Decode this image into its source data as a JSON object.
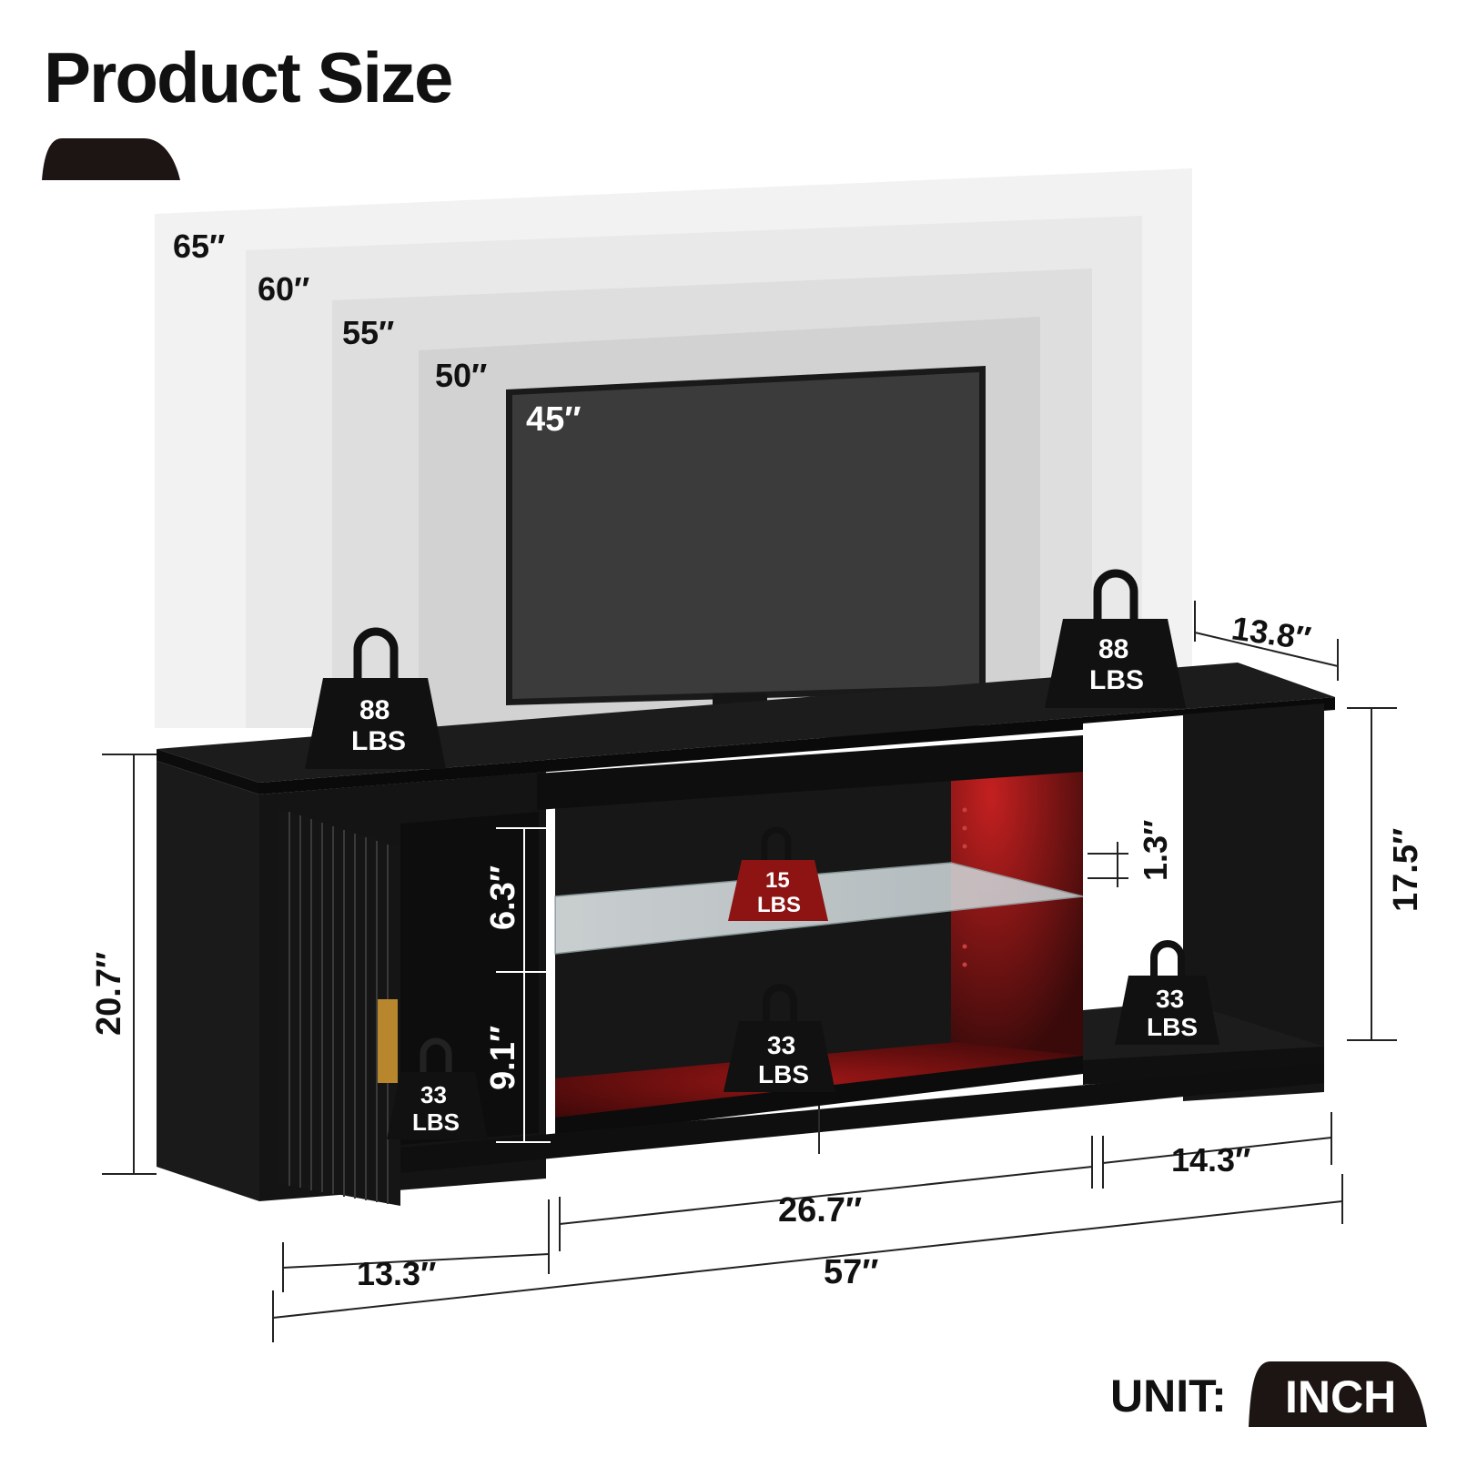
{
  "header": {
    "title": "Product Size"
  },
  "tv_sizes": [
    "65″",
    "60″",
    "55″",
    "50″",
    "45″"
  ],
  "dimensions": {
    "depth": "13.8″",
    "right_height": "17.5″",
    "left_height": "20.7″",
    "upper_shelf_gap": "6.3″",
    "lower_shelf_gap": "9.1″",
    "shelf_thickness": "1.3″",
    "left_width": "13.3″",
    "middle_width": "26.7″",
    "right_width": "14.3″",
    "total_width": "57″"
  },
  "weights": {
    "top_left": {
      "value": "88",
      "unit": "LBS"
    },
    "top_right": {
      "value": "88",
      "unit": "LBS"
    },
    "glass_shelf": {
      "value": "15",
      "unit": "LBS"
    },
    "bottom_middle": {
      "value": "33",
      "unit": "LBS"
    },
    "bottom_right": {
      "value": "33",
      "unit": "LBS"
    },
    "cabinet": {
      "value": "33",
      "unit": "LBS"
    }
  },
  "unit": {
    "label": "UNIT:",
    "value": "INCH"
  },
  "colors": {
    "furniture": "#141414",
    "red_glow": "#8a1010",
    "handle": "#b8862c"
  }
}
